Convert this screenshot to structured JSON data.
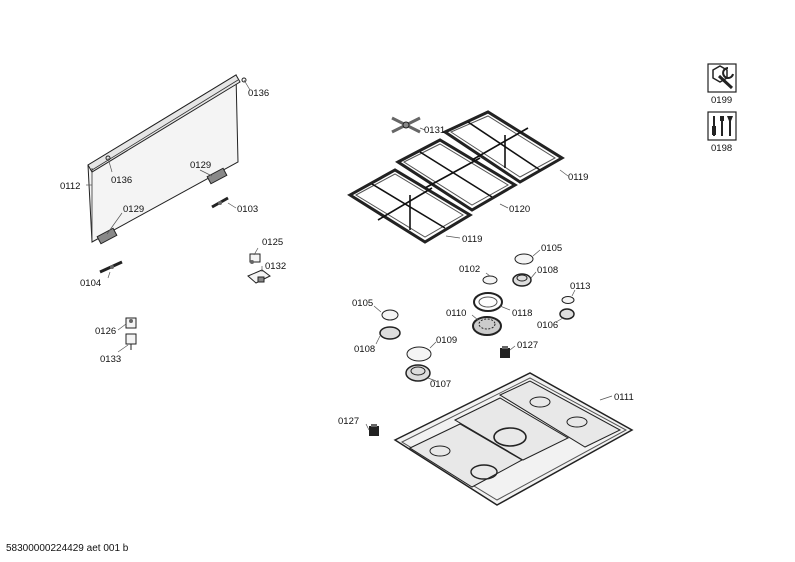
{
  "labels": {
    "p0136a": "0136",
    "p0136b": "0136",
    "p0112": "0112",
    "p0129a": "0129",
    "p0129b": "0129",
    "p0103": "0103",
    "p0125": "0125",
    "p0132": "0132",
    "p0104": "0104",
    "p0126": "0126",
    "p0133": "0133",
    "p0131": "0131",
    "p0119a": "0119",
    "p0120": "0120",
    "p0119b": "0119",
    "p0105a": "0105",
    "p0102": "0102",
    "p0108a": "0108",
    "p0113": "0113",
    "p0118": "0118",
    "p0106": "0106",
    "p0105b": "0105",
    "p0110": "0110",
    "p0108b": "0108",
    "p0109": "0109",
    "p0127a": "0127",
    "p0107": "0107",
    "p0111": "0111",
    "p0127b": "0127",
    "p0199": "0199",
    "p0198": "0198"
  },
  "icons": {
    "wrench": "wrench-icon",
    "tools": "tools-icon"
  },
  "footer": {
    "code": "58300000224429 aet 001 b"
  }
}
